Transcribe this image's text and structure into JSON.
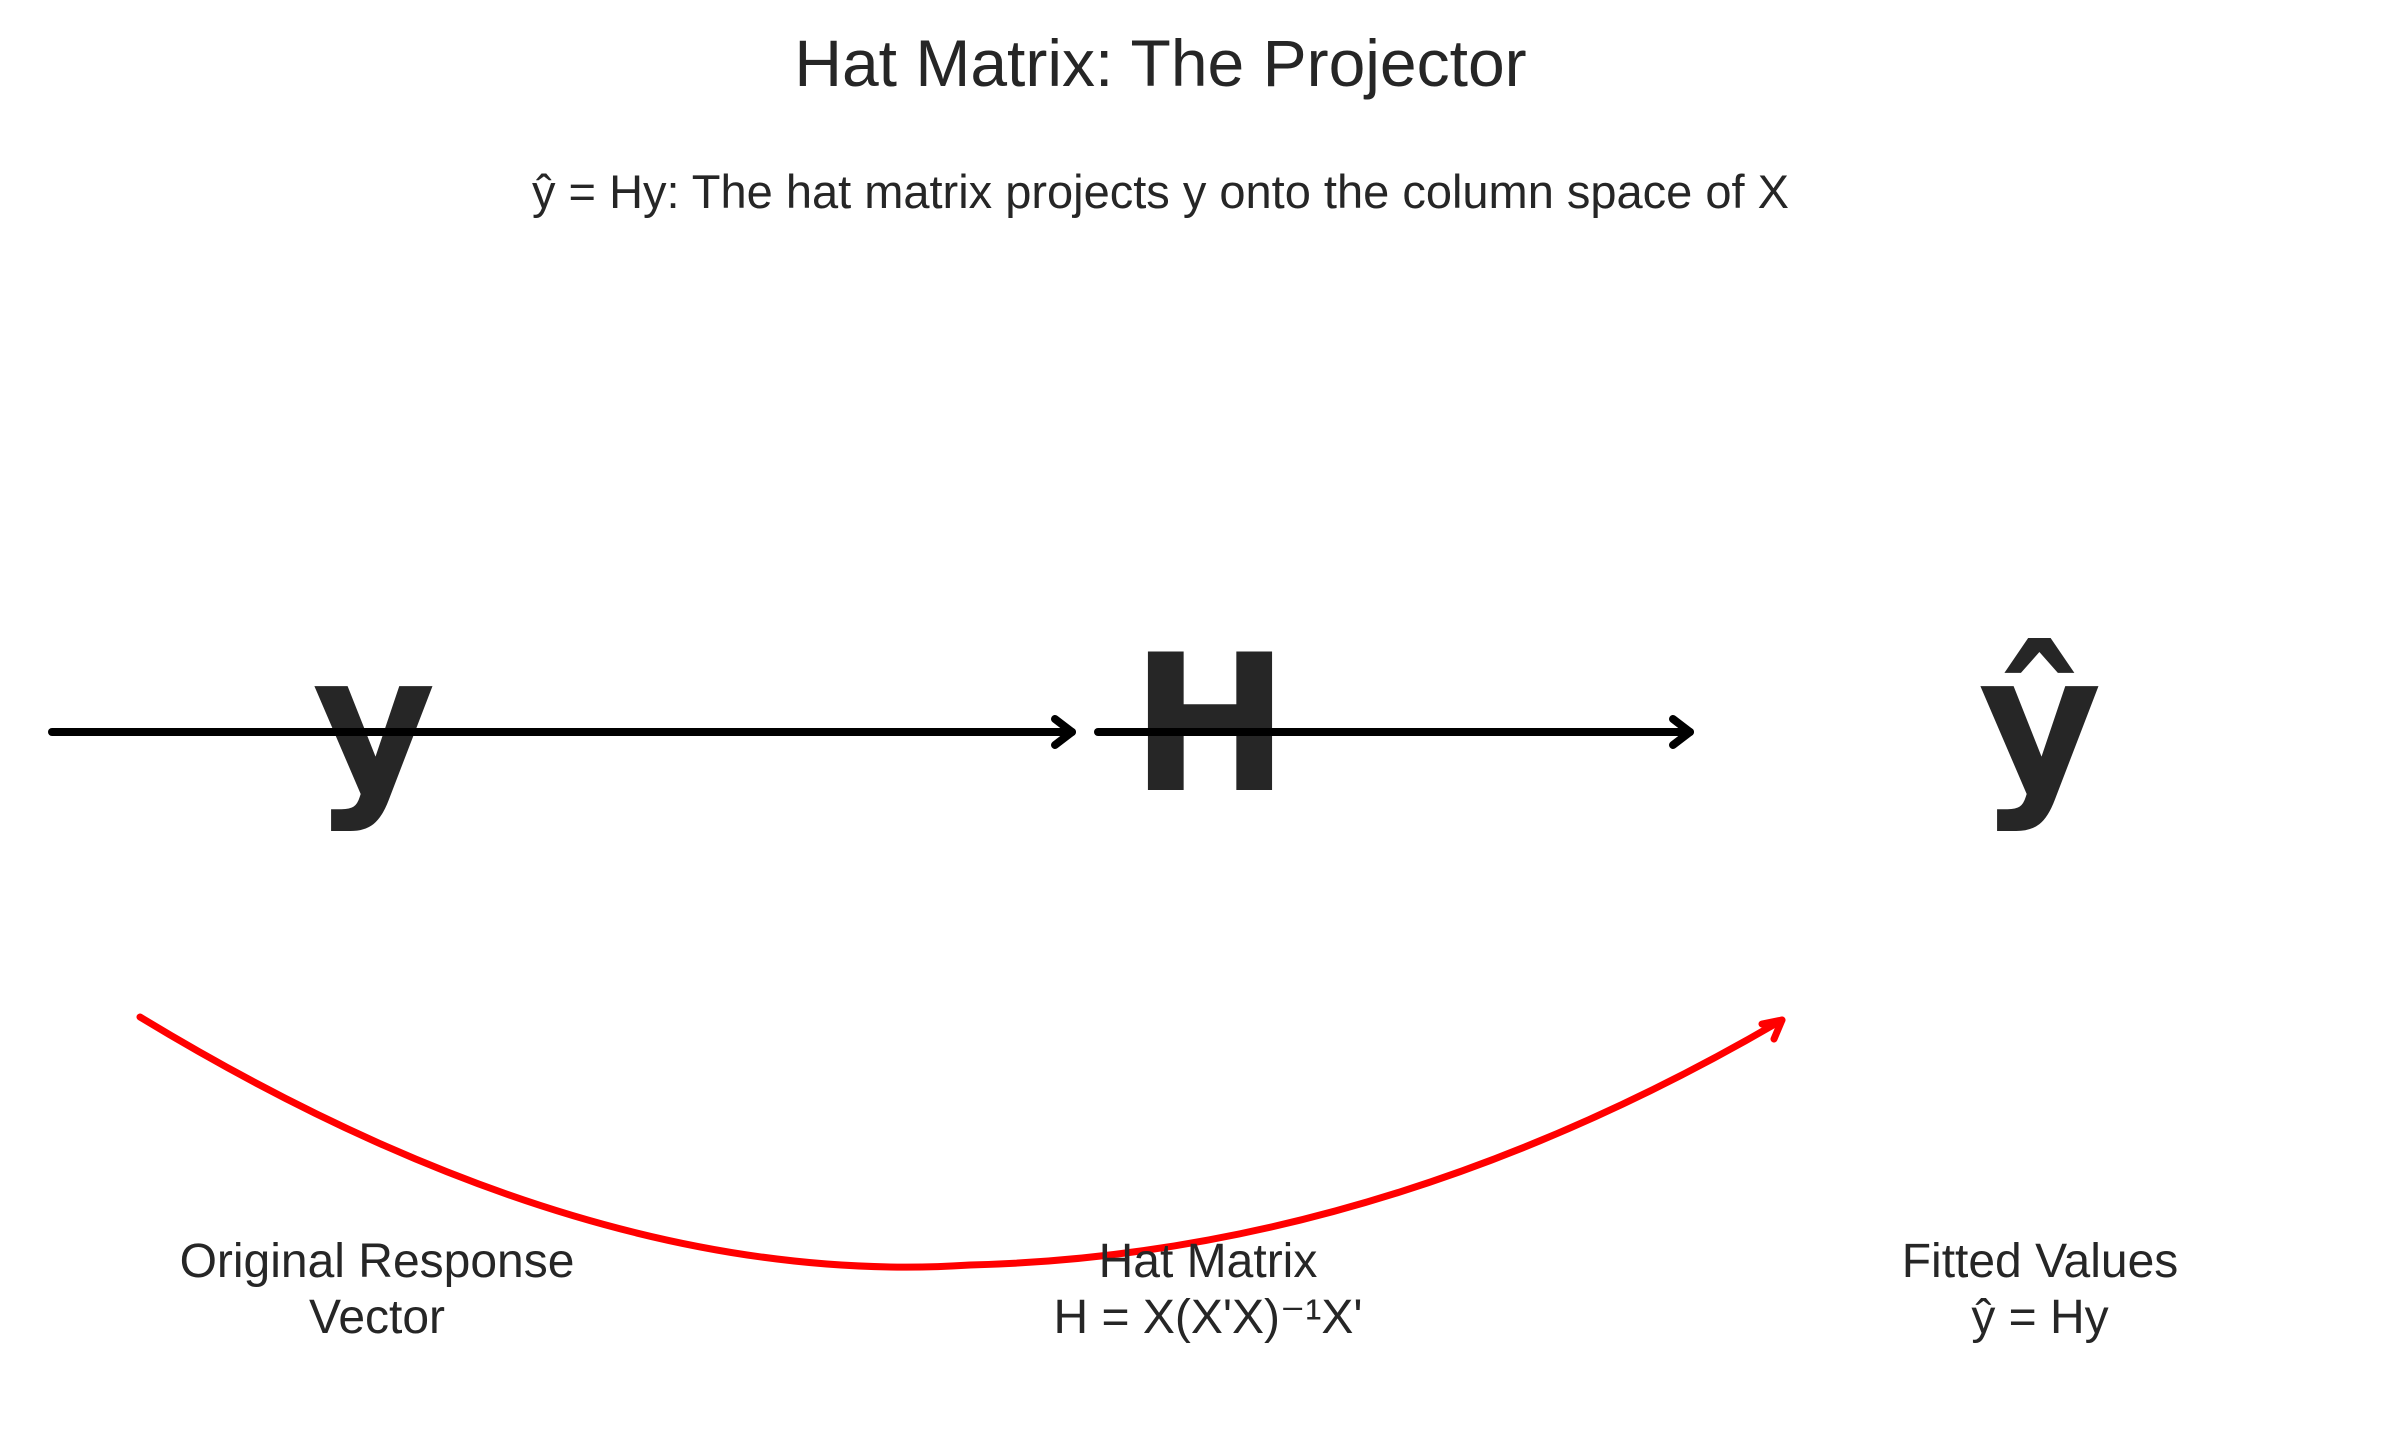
{
  "title": "Hat Matrix: The Projector",
  "subtitle": "ŷ = Hy: The hat matrix projects y onto the column space of X",
  "nodes": [
    {
      "symbol": "y",
      "caption_line1": "Original Response",
      "caption_line2": "Vector"
    },
    {
      "symbol": "H",
      "caption_line1": "Hat Matrix",
      "caption_line2": "H = X(X'X)⁻¹X'"
    },
    {
      "symbol": "ŷ",
      "caption_line1": "Fitted Values",
      "caption_line2": "ŷ = Hy"
    }
  ],
  "colors": {
    "text": "#262626",
    "arrow": "#000000",
    "projection_arc": "#ff0000",
    "background": "#ffffff"
  }
}
